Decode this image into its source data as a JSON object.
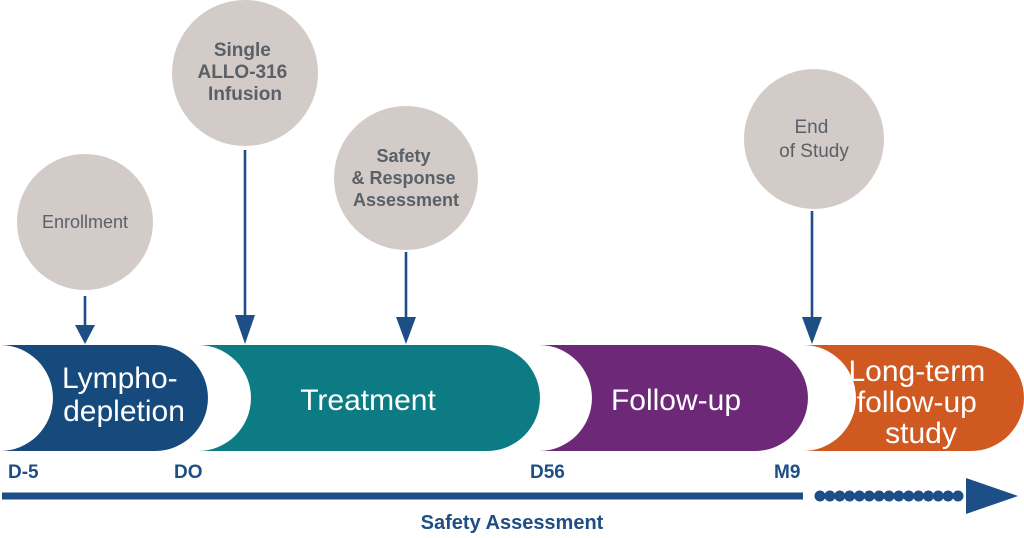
{
  "diagram": {
    "title": "ALLO-316 clinical trial study design timeline",
    "colors": {
      "navy": "#16497c",
      "teal": "#0c7b83",
      "purple": "#6d2977",
      "orange": "#cf5920",
      "circle_fill": "#d2cbc7",
      "circle_text": "#5b6068",
      "axis_blue": "#1d4e86",
      "band_text": "#ffffff",
      "background": "#ffffff"
    },
    "phases": [
      {
        "id": "lymphodepletion",
        "lines": [
          "Lympho-",
          "depletion"
        ],
        "color_key": "navy"
      },
      {
        "id": "treatment",
        "lines": [
          "Treatment"
        ],
        "color_key": "teal"
      },
      {
        "id": "follow-up",
        "lines": [
          "Follow-up"
        ],
        "color_key": "purple"
      },
      {
        "id": "long-term-follow-up-study",
        "lines": [
          "Long-term",
          "follow-up",
          "study"
        ],
        "color_key": "orange"
      }
    ],
    "milestones": [
      {
        "id": "enrollment",
        "lines": [
          "Enrollment"
        ],
        "bold": false,
        "font_size": 18
      },
      {
        "id": "single-allo-316-infusion",
        "lines": [
          "Single",
          "ALLO-316",
          "Infusion"
        ],
        "bold": true,
        "font_size": 19
      },
      {
        "id": "safety-and-response-assessment",
        "lines": [
          "Safety",
          "& Response",
          "Assessment"
        ],
        "bold": true,
        "font_size": 18
      },
      {
        "id": "end-of-study",
        "lines": [
          "End",
          "of Study"
        ],
        "bold": false,
        "font_size": 19
      }
    ],
    "timepoints": [
      {
        "id": "d-5",
        "label": "D-5"
      },
      {
        "id": "d0",
        "label": "DO"
      },
      {
        "id": "d56",
        "label": "D56"
      },
      {
        "id": "m9",
        "label": "M9"
      }
    ],
    "axis": {
      "caption": "Safety Assessment",
      "dot_count": 15,
      "has_arrowhead": true
    }
  }
}
